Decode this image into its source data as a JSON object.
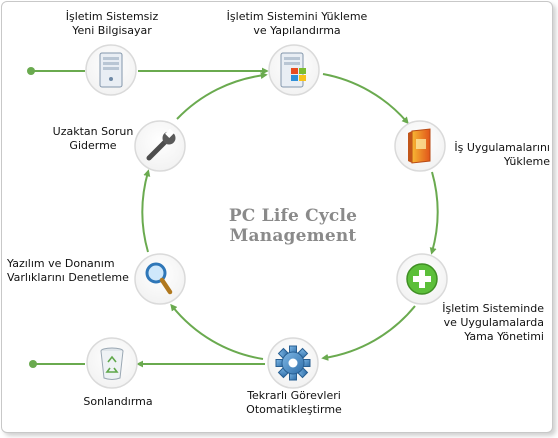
{
  "diagram": {
    "title": "PC Life Cycle Management",
    "nodes": [
      {
        "id": "new-pc",
        "label_lines": [
          "İşletim Sistemsiz",
          "Yeni Bilgisayar"
        ],
        "icon": "server-tower-icon"
      },
      {
        "id": "os-deploy",
        "label_lines": [
          "İşletim Sistemini Yükleme",
          "ve Yapılandırma"
        ],
        "icon": "windows-pc-icon"
      },
      {
        "id": "app-install",
        "label_lines": [
          "İş Uygulamalarını",
          "Yükleme"
        ],
        "icon": "software-box-icon"
      },
      {
        "id": "patch-mgmt",
        "label_lines": [
          "İşletim Sisteminde",
          "ve Uygulamalarda",
          "Yama Yönetimi"
        ],
        "icon": "green-plus-icon"
      },
      {
        "id": "automation",
        "label_lines": [
          "Tekrarlı Görevleri",
          "Otomatikleştirme"
        ],
        "icon": "gear-icon"
      },
      {
        "id": "retire",
        "label_lines": [
          "Sonlandırma"
        ],
        "icon": "recycle-bin-icon"
      },
      {
        "id": "asset-audit",
        "label_lines": [
          "Yazılım ve Donanım",
          "Varlıklarını Denetleme"
        ],
        "icon": "magnifier-icon"
      },
      {
        "id": "remote-troubleshoot",
        "label_lines": [
          "Uzaktan Sorun",
          "Giderme"
        ],
        "icon": "wrench-icon"
      }
    ],
    "colors": {
      "arrow": "#6aaa4f",
      "circle_bg": "#ffffff",
      "circle_border": "#dadada",
      "title": "#8a8a8a"
    }
  }
}
